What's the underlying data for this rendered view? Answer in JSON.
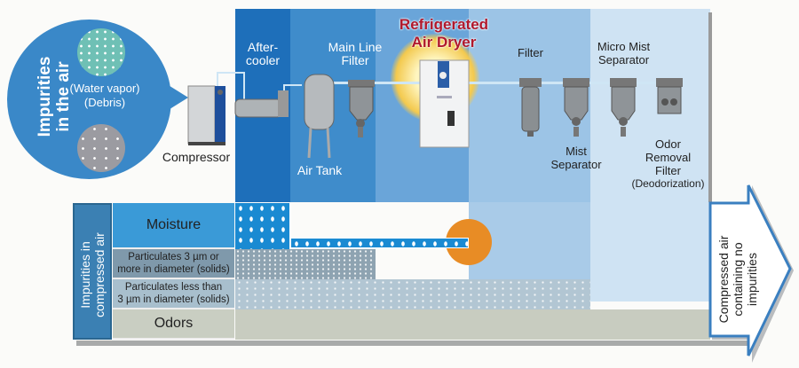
{
  "bubble": {
    "title_line1": "Impurities",
    "title_line2": "in the air",
    "item1": "(Water vapor)",
    "item2": "(Debris)"
  },
  "equipment": {
    "compressor": "Compressor",
    "aftercooler_line1": "After-",
    "aftercooler_line2": "cooler",
    "main_line_filter_line1": "Main Line",
    "main_line_filter_line2": "Filter",
    "air_tank": "Air Tank",
    "dryer_line1": "Refrigerated",
    "dryer_line2": "Air Dryer",
    "filter": "Filter",
    "mist_separator_line1": "Mist",
    "mist_separator_line2": "Separator",
    "micro_mist_line1": "Micro Mist",
    "micro_mist_line2": "Separator",
    "odor_line1": "Odor",
    "odor_line2": "Removal",
    "odor_line3": "Filter",
    "odor_line4": "(Deodorization)"
  },
  "table": {
    "side_label_line1": "Impurities in",
    "side_label_line2": "compressed air",
    "rows": [
      {
        "label": "Moisture"
      },
      {
        "label_line1": "Particulates 3 µm or",
        "label_line2": "more in diameter (solids)"
      },
      {
        "label_line1": "Particulates less than",
        "label_line2": "3 µm in diameter (solids)"
      },
      {
        "label": "Odors"
      }
    ]
  },
  "output_arrow": {
    "line1": "Compressed air",
    "line2": "containing no",
    "line3": "impurities"
  },
  "colors": {
    "dark_blue": "#1f6db8",
    "dryer_title": "#b0182c",
    "orange": "#e88c25",
    "gray": "#9aa6ad"
  }
}
